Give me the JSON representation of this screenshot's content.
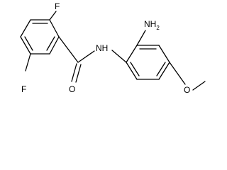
{
  "molecule": {
    "labels": {
      "f_top": "F",
      "f_bottom": "F",
      "o_carbonyl": "O",
      "nh": "NH",
      "nh2_main": "NH",
      "nh2_sub": "2",
      "o_methoxy": "O"
    },
    "colors": {
      "bond": "#000000",
      "text": "#000000",
      "background": "#ffffff"
    }
  }
}
